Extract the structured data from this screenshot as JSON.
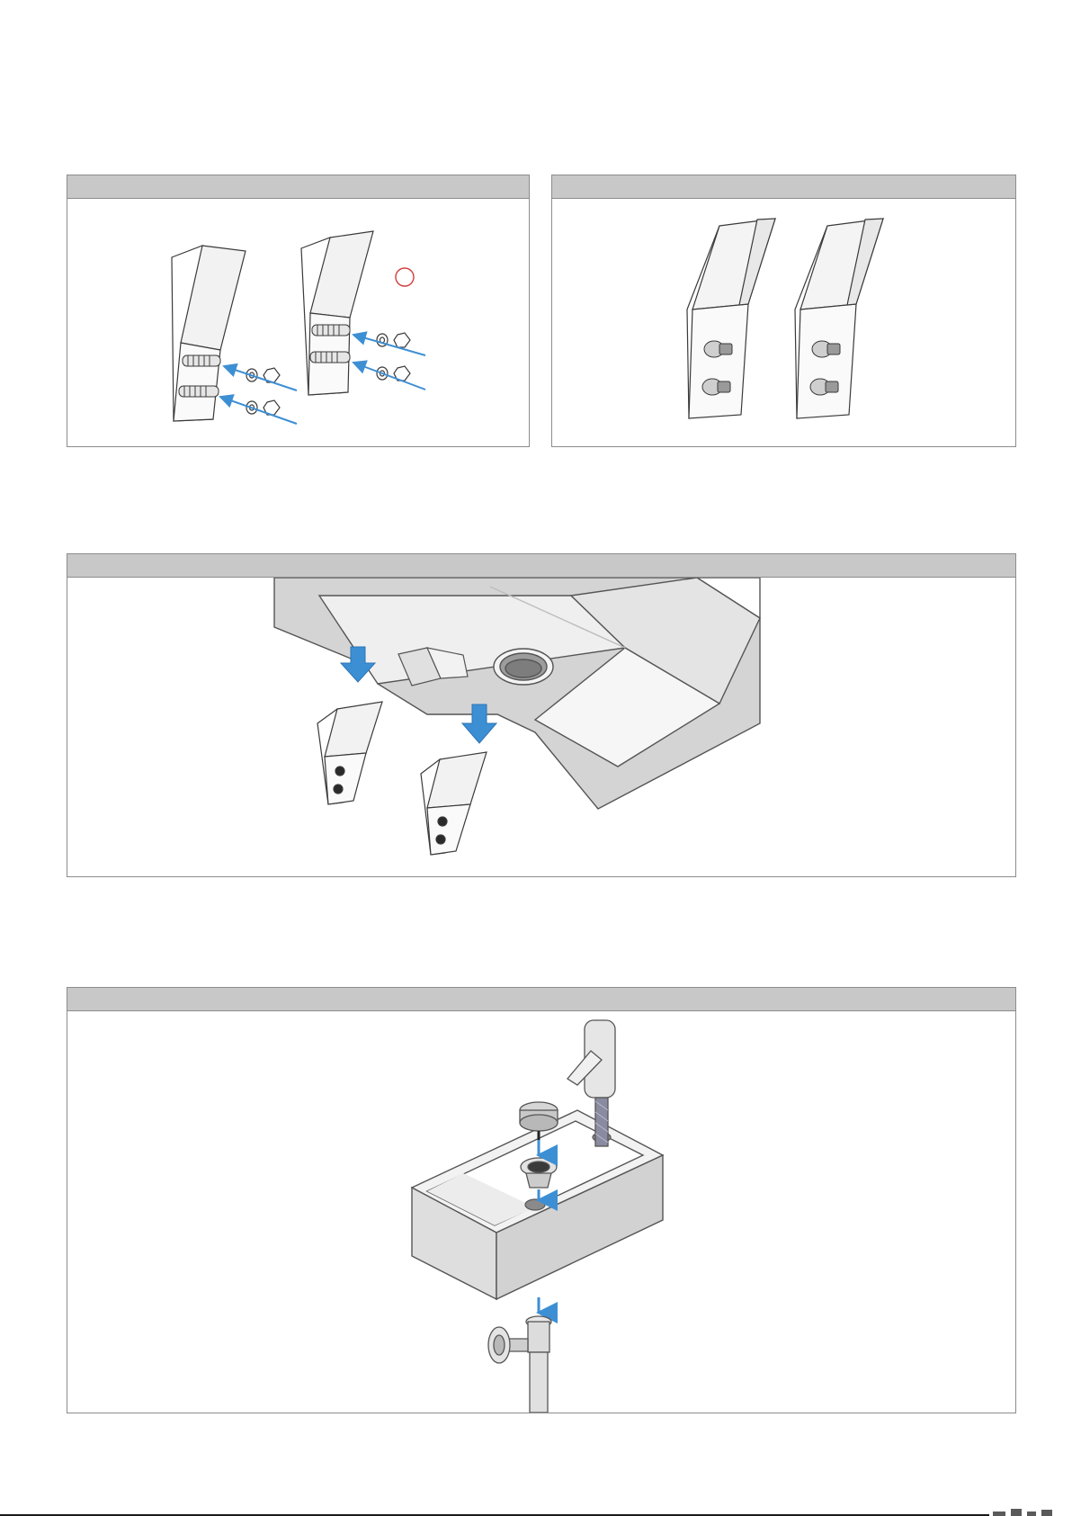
{
  "colors": {
    "panel_header": "#c8c8c8",
    "panel_border": "#8c8c8c",
    "arrow_blue": "#3d8fd4",
    "warning_red": "#d23c3c",
    "line": "#3a3a3a"
  },
  "panels": [
    {
      "id": "step-1",
      "illustration": "bracket-bolt-assembly-exploded"
    },
    {
      "id": "step-2",
      "illustration": "bracket-bolt-assembly-mounted"
    },
    {
      "id": "step-3",
      "illustration": "basin-onto-brackets"
    },
    {
      "id": "step-4",
      "illustration": "tap-waste-and-trap-install"
    }
  ]
}
